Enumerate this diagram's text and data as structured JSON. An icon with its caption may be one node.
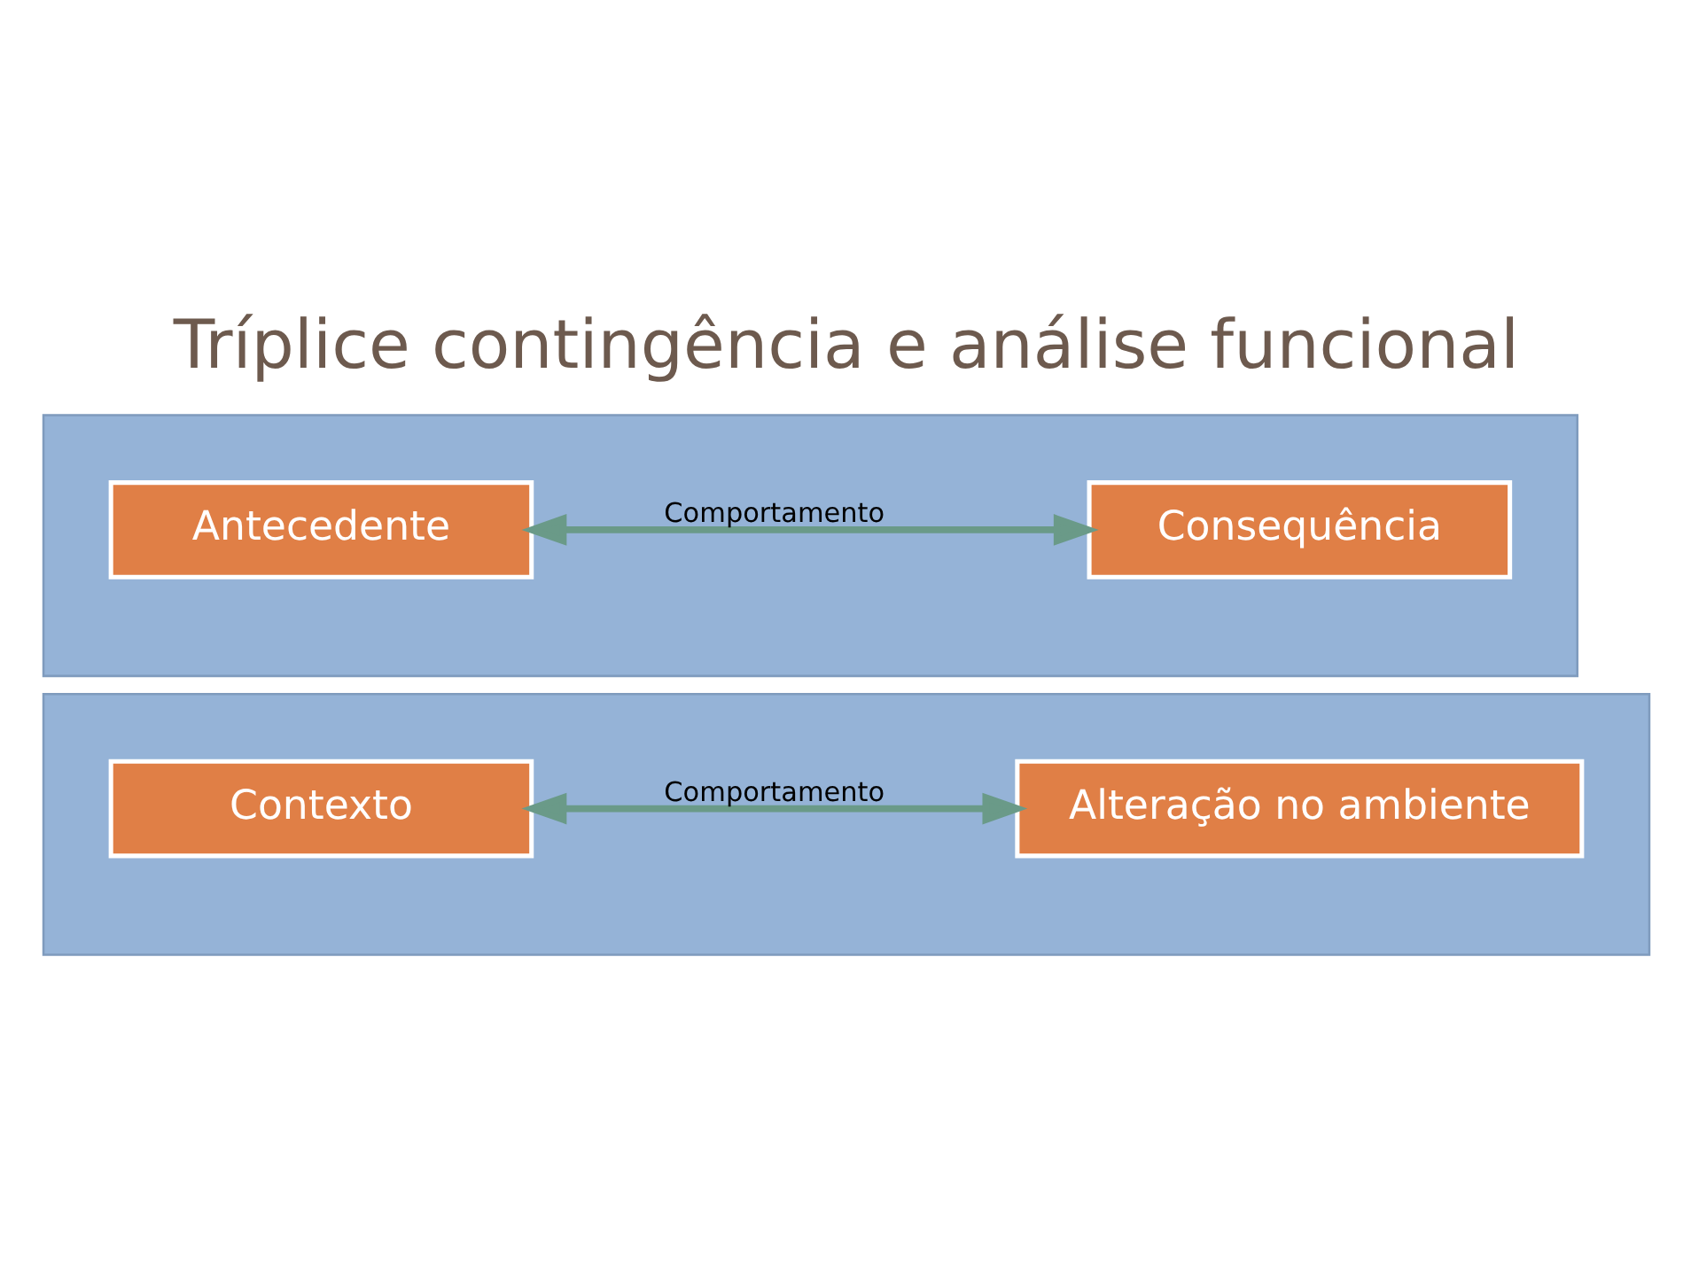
{
  "diagram": {
    "title": "Tríplice contingência e análise funcional",
    "nodes": [
      {
        "text": [],
        "shape": "box"
      },
      {
        "text": [
          "Antecedente"
        ],
        "in": 0
      },
      {
        "text": [
          "Consequência"
        ],
        "in": 0
      },
      {
        "text": [],
        "shape": "box"
      },
      {
        "text": [
          "Contexto"
        ],
        "in": 3
      },
      {
        "text": [
          "Alteração no ambiente"
        ],
        "in": 3
      }
    ],
    "edges": [
      {
        "from": 1,
        "to": 2,
        "arrow": "both",
        "label": "Comportamento"
      },
      {
        "from": 4,
        "to": 5,
        "arrow": "both",
        "label": "Comportamento"
      }
    ]
  }
}
